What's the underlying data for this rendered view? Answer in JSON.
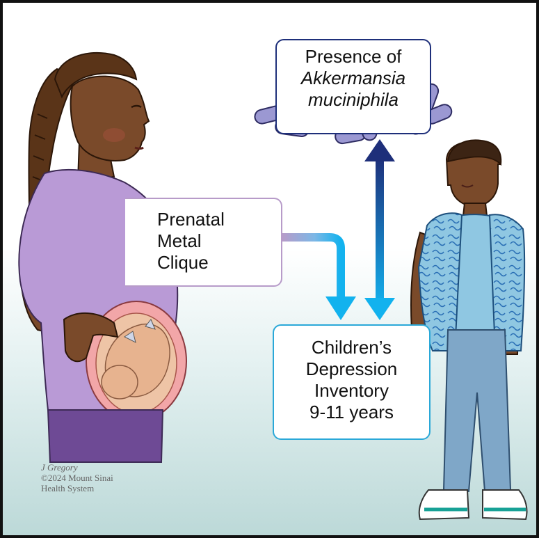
{
  "akkermansia_box": {
    "line1": "Presence of",
    "line2": "Akkermansia",
    "line3": "muciniphila"
  },
  "metal_box": {
    "line1": "Prenatal",
    "line2": "Metal",
    "line3": "Clique"
  },
  "cdi_box": {
    "line1": "Children’s",
    "line2": "Depression",
    "line3": "Inventory",
    "line4": "9-11 years"
  },
  "credit": {
    "line1": "J Gregory",
    "line2": "©2024 Mount Sinai",
    "line3": "Health System"
  },
  "colors": {
    "navy_arrow": "#1e2f7a",
    "cyan_arrow": "#12b2ee",
    "lavender": "#b79bc9",
    "bacteria": "#9b98d2",
    "shirt_woman": "#b99ad6",
    "shirt_boy": "#8fc7e2"
  }
}
